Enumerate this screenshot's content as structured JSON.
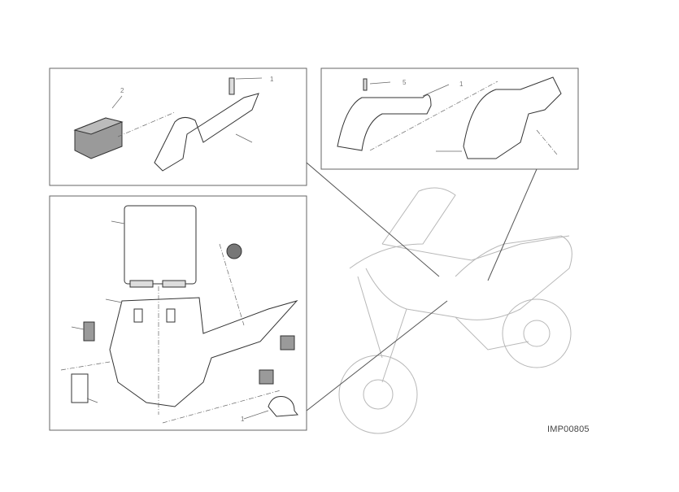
{
  "diagram": {
    "reference_code": "IMP00805",
    "callouts": {
      "top_left": [
        "2",
        "1"
      ],
      "top_right": [
        "5",
        "1"
      ],
      "bottom_left": [
        "1"
      ]
    }
  },
  "colors": {
    "line": "#555555",
    "part_fill": "#9a9a9a",
    "bike_line": "#b5b5b5"
  }
}
